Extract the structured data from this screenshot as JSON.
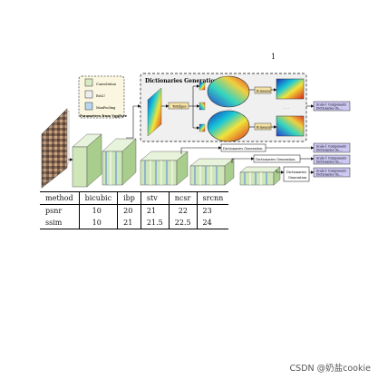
{
  "page_number": "1",
  "figure": {
    "legend_items": [
      "Convolution",
      "ReLU",
      "MaxPooling"
    ],
    "legend_title": "Parameters from VggFace",
    "dict_title": "Dictionaries Generation",
    "edge_label": "ToEdges",
    "kmeans_label": "K-means",
    "dict_gen_label": "Dictionaries Generation",
    "dict_gen_small_1": "Dictionaries",
    "dict_gen_small_2": "Generation",
    "output_line1": "Scale-1 Components",
    "output_line2": "Dictionaries (S₁,...",
    "dots": "· · ·"
  },
  "table": {
    "headers": [
      "method",
      "bicubic",
      "ibp",
      "stv",
      "ncsr",
      "srcnn"
    ],
    "rows": [
      [
        "psnr",
        "10",
        "20",
        "21",
        "22",
        "23"
      ],
      [
        "ssim",
        "10",
        "21",
        "21.5",
        "22.5",
        "24"
      ]
    ]
  },
  "footer": "CSDN @奶盐cookie"
}
